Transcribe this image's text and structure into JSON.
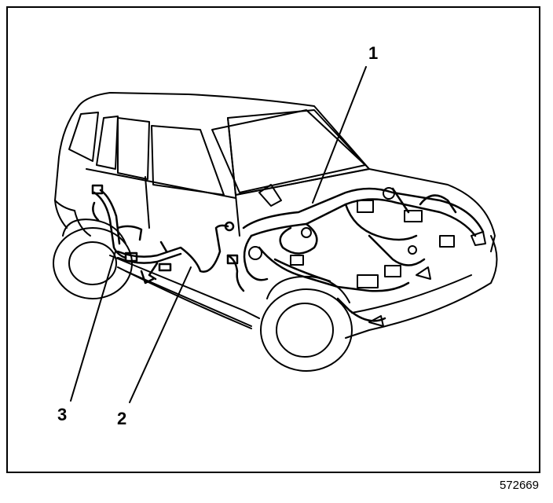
{
  "figure_id": "572669",
  "callouts": [
    {
      "number": "1"
    },
    {
      "number": "2"
    },
    {
      "number": "3"
    }
  ],
  "colors": {
    "line": "#000000",
    "background": "#ffffff"
  }
}
